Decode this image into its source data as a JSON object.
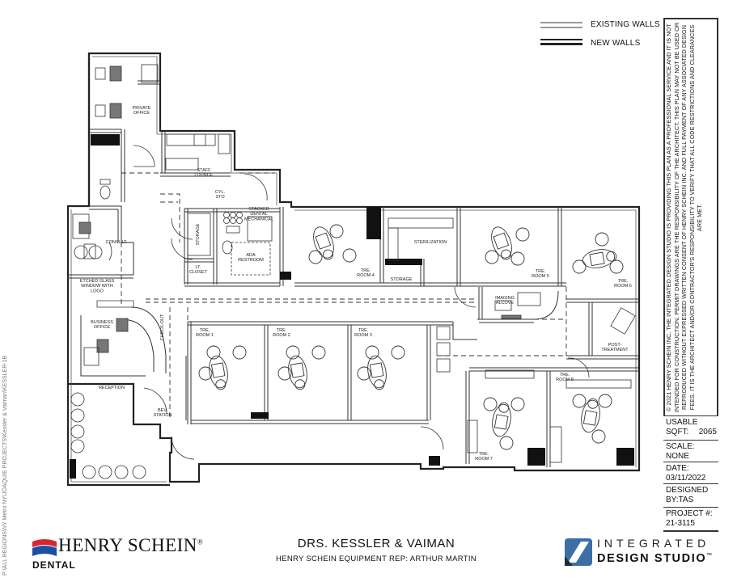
{
  "legend": {
    "existing_walls": "EXISTING WALLS",
    "new_walls": "NEW WALLS"
  },
  "rooms": {
    "private_office": "PRIVATE\nOFFICE",
    "staff_lounge": "STAFF\nLOUNGE",
    "cyl_sto": "CYL.\nSTO",
    "stacked_mechanical": "STACKED\nDENTAL\nMECHANICAL",
    "storage_vertical": "STORAGE",
    "ada_restroom": "ADA\nRESTROOM",
    "lt_closet": "LT.\nCLOSET",
    "consult": "CONSULT.",
    "etched_glass": "ETCHED GLASS\nWINDOW WITH\nLOGO",
    "business_office": "BUSINESS\nOFFICE",
    "check_out": "CHECK-OUT",
    "reception": "RECEPTION",
    "bev_station": "BEV.\nSTATION",
    "tre_room_1": "TRE.\nROOM 1",
    "tre_room_2": "TRE.\nROOM 2",
    "tre_room_3": "TRE.\nROOM 3",
    "tre_room_4": "TRE.\nROOM 4",
    "sterilization": "STERILIZATION",
    "storage_small": "STORAGE",
    "tre_room_5": "TRE.\nROOM 5",
    "tre_room_6": "TRE.\nROOM 6",
    "imaging_alcove": "IMAGING\nALCOVE",
    "post_treatment": "POST-\nTREATMENT",
    "tre_room_7": "TRE.\nROOM 7",
    "tre_room_8": "TRE.\nROOM 8"
  },
  "title_block": {
    "disclaimer": "© 2021 HENRY SCHEIN INC. THE INTEGRATED DESIGN STUDIO IS PROVIDING THIS PLAN AS A PROFESSIONAL SERVICE AND IT IS NOT INTENDED FOR CONSTRUCTION. PERMIT DRAWINGS ARE THE RESPONSIBILITY OF THE ARCHITECT. THIS PLAN MAY NOT BE USED OR REPRODUCED WITHOUT EXPRESSED WRITTEN CONSENT OF HENRY SCHEIN INC. AND FULL PAYMENT OF ANY ASSOCIATED DESIGN FEES. IT IS THE ARCHITECT AND/OR CONTRACTOR'S RESPONSIBILITY TO VERIFY THAT ALL CODE RESTRICTIONS AND CLEARANCES ARE MET.",
    "usable_label": "USABLE",
    "sqft_label": "SQFT:",
    "sqft_value": "2065",
    "scale_label": "SCALE:",
    "scale_value": "NONE",
    "date_label": "DATE:",
    "date_value": "03/11/2022",
    "designed_label": "DESIGNED",
    "designed_value": "BY:TAS",
    "project_label": "PROJECT #:",
    "project_value": "21-3115"
  },
  "file_path": "P:\\ALL REGIONS\\NY Metro NY\\JOAQUIE PROJECTS\\Kessler & Vaiman\\KESSLER-1B",
  "footer": {
    "title": "DRS. KESSLER & VAIMAN",
    "subtitle": "HENRY SCHEIN EQUIPMENT REP: ARTHUR MARTIN"
  },
  "logos": {
    "henry_schein_name": "HENRY SCHEIN",
    "henry_schein_reg": "®",
    "henry_schein_sub": "DENTAL",
    "ids_line1": "INTEGRATED",
    "ids_line2": "DESIGN STUDIO",
    "ids_tm": "™",
    "colors": {
      "hs_red": "#d7262e",
      "hs_blue": "#1c4fa0",
      "ids_blue": "#3d6fa5"
    }
  }
}
